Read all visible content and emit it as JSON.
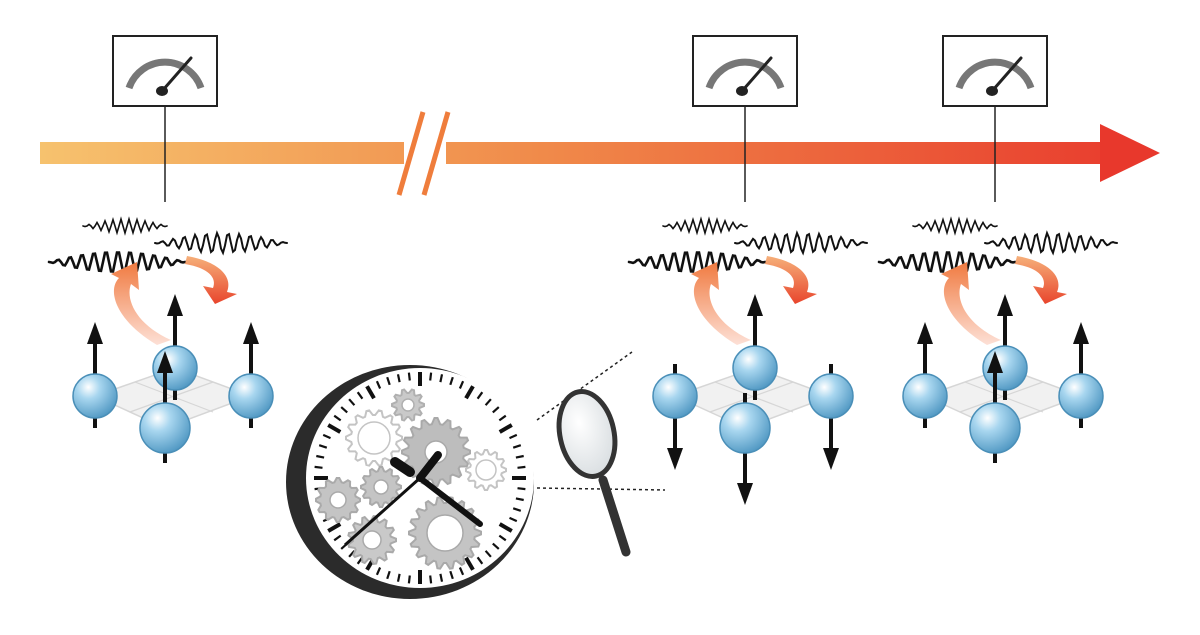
{
  "timeline": {
    "has_break": true,
    "gradient_start_color": "#f6c26e",
    "gradient_end_color": "#e8382c"
  },
  "snapshots": [
    {
      "spin_configuration": [
        "up",
        "up",
        "up",
        "up"
      ]
    },
    {
      "spin_configuration": [
        "down",
        "up",
        "down",
        "down"
      ]
    },
    {
      "spin_configuration": [
        "up",
        "up",
        "up",
        "up"
      ]
    }
  ],
  "icons": [
    "meter-icon",
    "wave-icon",
    "curved-arrow-icon",
    "spin-sphere-icon",
    "clock-icon",
    "gear-icon",
    "magnifying-glass-icon"
  ],
  "colors": {
    "sphere_fill": "#8cc6e6",
    "sphere_stroke": "#4a8fb8",
    "ink": "#111111",
    "gear_gray": "#b9b9b9",
    "clock_rim": "#2b2b2b"
  }
}
